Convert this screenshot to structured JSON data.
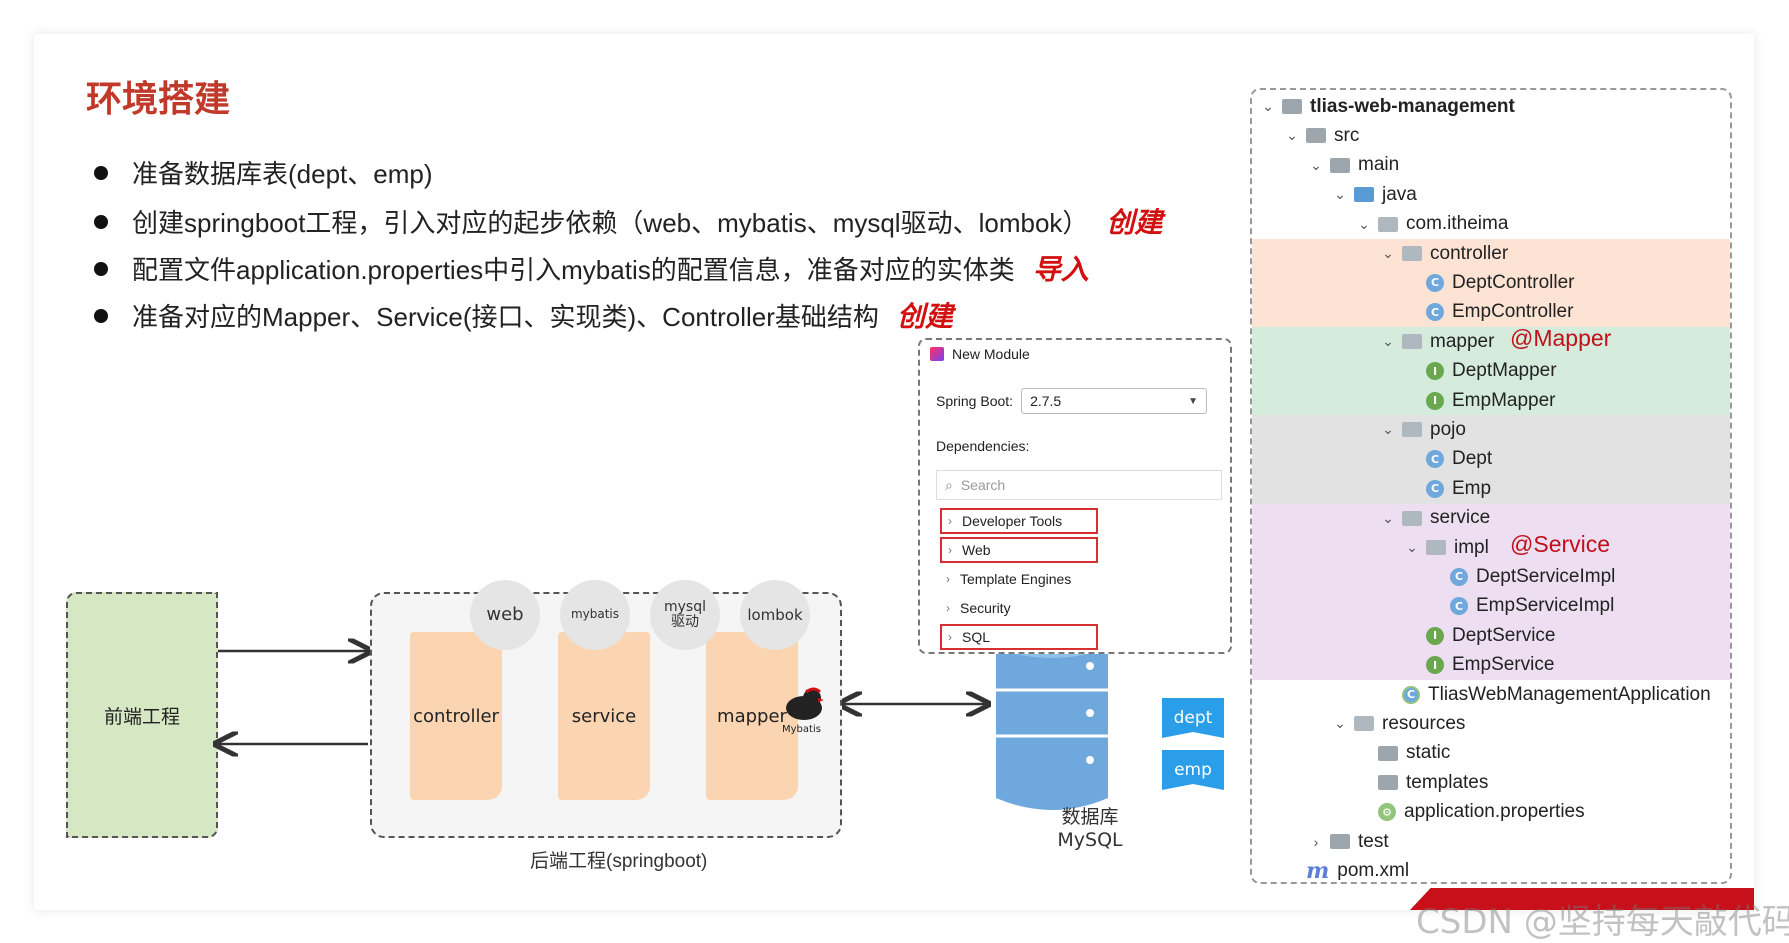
{
  "slide": {
    "title": "环境搭建",
    "bullets": [
      {
        "text": "准备数据库表(dept、emp)",
        "note": ""
      },
      {
        "text": "创建springboot工程，引入对应的起步依赖（web、mybatis、mysql驱动、lombok）",
        "note": "创建"
      },
      {
        "text": "配置文件application.properties中引入mybatis的配置信息，准备对应的实体类",
        "note": "导入"
      },
      {
        "text": "准备对应的Mapper、Service(接口、实现类)、Controller基础结构",
        "note": "创建"
      }
    ]
  },
  "diagram": {
    "frontend": "前端工程",
    "backend_label": "后端工程(springboot)",
    "layers": [
      "controller",
      "service",
      "mapper"
    ],
    "deps": [
      "web",
      "mybatis",
      "mysql\n驱动",
      "lombok"
    ],
    "mybatis_logo": "Mybatis",
    "db_label_1": "数据库",
    "db_label_2": "MySQL",
    "tables": [
      "dept",
      "emp"
    ],
    "colors": {
      "frontend": "#d6e8c3",
      "layer": "#fbd5b2",
      "db": "#6fa8dc",
      "tag": "#2a9ee8"
    }
  },
  "dialog": {
    "title": "New Module",
    "spring_boot_label": "Spring Boot:",
    "spring_boot_value": "2.7.5",
    "dependencies_label": "Dependencies:",
    "search_placeholder": "Search",
    "items": [
      {
        "label": "Developer Tools",
        "highlighted": true
      },
      {
        "label": "Web",
        "highlighted": true
      },
      {
        "label": "Template Engines",
        "highlighted": false
      },
      {
        "label": "Security",
        "highlighted": false
      },
      {
        "label": "SQL",
        "highlighted": true
      }
    ]
  },
  "tree": {
    "rows": [
      {
        "label": "tlias-web-management",
        "indent": 0,
        "chev": "down",
        "icon": "module",
        "bold": true
      },
      {
        "label": "src",
        "indent": 1,
        "chev": "down",
        "icon": "folder"
      },
      {
        "label": "main",
        "indent": 2,
        "chev": "down",
        "icon": "folder"
      },
      {
        "label": "java",
        "indent": 3,
        "chev": "down",
        "icon": "source"
      },
      {
        "label": "com.itheima",
        "indent": 4,
        "chev": "down",
        "icon": "package"
      },
      {
        "label": "controller",
        "indent": 5,
        "chev": "down",
        "icon": "package"
      },
      {
        "label": "DeptController",
        "indent": 6,
        "chev": "",
        "icon": "class"
      },
      {
        "label": "EmpController",
        "indent": 6,
        "chev": "",
        "icon": "class"
      },
      {
        "label": "mapper",
        "indent": 5,
        "chev": "down",
        "icon": "package"
      },
      {
        "label": "DeptMapper",
        "indent": 6,
        "chev": "",
        "icon": "interface"
      },
      {
        "label": "EmpMapper",
        "indent": 6,
        "chev": "",
        "icon": "interface"
      },
      {
        "label": "pojo",
        "indent": 5,
        "chev": "down",
        "icon": "package"
      },
      {
        "label": "Dept",
        "indent": 6,
        "chev": "",
        "icon": "class"
      },
      {
        "label": "Emp",
        "indent": 6,
        "chev": "",
        "icon": "class"
      },
      {
        "label": "service",
        "indent": 5,
        "chev": "down",
        "icon": "package"
      },
      {
        "label": "impl",
        "indent": 6,
        "chev": "down",
        "icon": "package"
      },
      {
        "label": "DeptServiceImpl",
        "indent": 7,
        "chev": "",
        "icon": "class"
      },
      {
        "label": "EmpServiceImpl",
        "indent": 7,
        "chev": "",
        "icon": "class"
      },
      {
        "label": "DeptService",
        "indent": 6,
        "chev": "",
        "icon": "interface"
      },
      {
        "label": "EmpService",
        "indent": 6,
        "chev": "",
        "icon": "interface"
      },
      {
        "label": "TliasWebManagementApplication",
        "indent": 5,
        "chev": "",
        "icon": "app"
      },
      {
        "label": "resources",
        "indent": 3,
        "chev": "down",
        "icon": "resources"
      },
      {
        "label": "static",
        "indent": 4,
        "chev": "",
        "icon": "folder"
      },
      {
        "label": "templates",
        "indent": 4,
        "chev": "",
        "icon": "folder"
      },
      {
        "label": "application.properties",
        "indent": 4,
        "chev": "",
        "icon": "properties"
      },
      {
        "label": "test",
        "indent": 2,
        "chev": "right",
        "icon": "folder"
      },
      {
        "label": "pom.xml",
        "indent": 1,
        "chev": "",
        "icon": "maven"
      }
    ],
    "bands": [
      {
        "from": 5,
        "to": 7,
        "color": "#fde3d3"
      },
      {
        "from": 8,
        "to": 10,
        "color": "#d5ecdd"
      },
      {
        "from": 11,
        "to": 13,
        "color": "#e2e2e2"
      },
      {
        "from": 14,
        "to": 19,
        "color": "#eddff1"
      }
    ],
    "annotations": [
      {
        "text": "@Mapper",
        "row": 8
      },
      {
        "text": "@Service",
        "row": 15
      }
    ]
  },
  "watermark": "CSDN @坚持每天敲代码"
}
